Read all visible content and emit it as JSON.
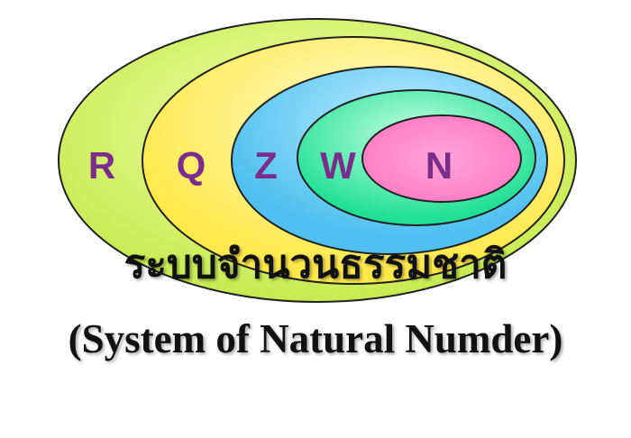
{
  "sets": [
    {
      "label": "R",
      "color": "#ccee55"
    },
    {
      "label": "Q",
      "color": "#ffee66"
    },
    {
      "label": "Z",
      "color": "#55c4ee"
    },
    {
      "label": "W",
      "color": "#33e8a0"
    },
    {
      "label": "N",
      "color": "#ff80c8"
    }
  ],
  "title_thai": "ระบบจำนวนธรรมชาติ",
  "title_english": "(System of Natural Numder)"
}
